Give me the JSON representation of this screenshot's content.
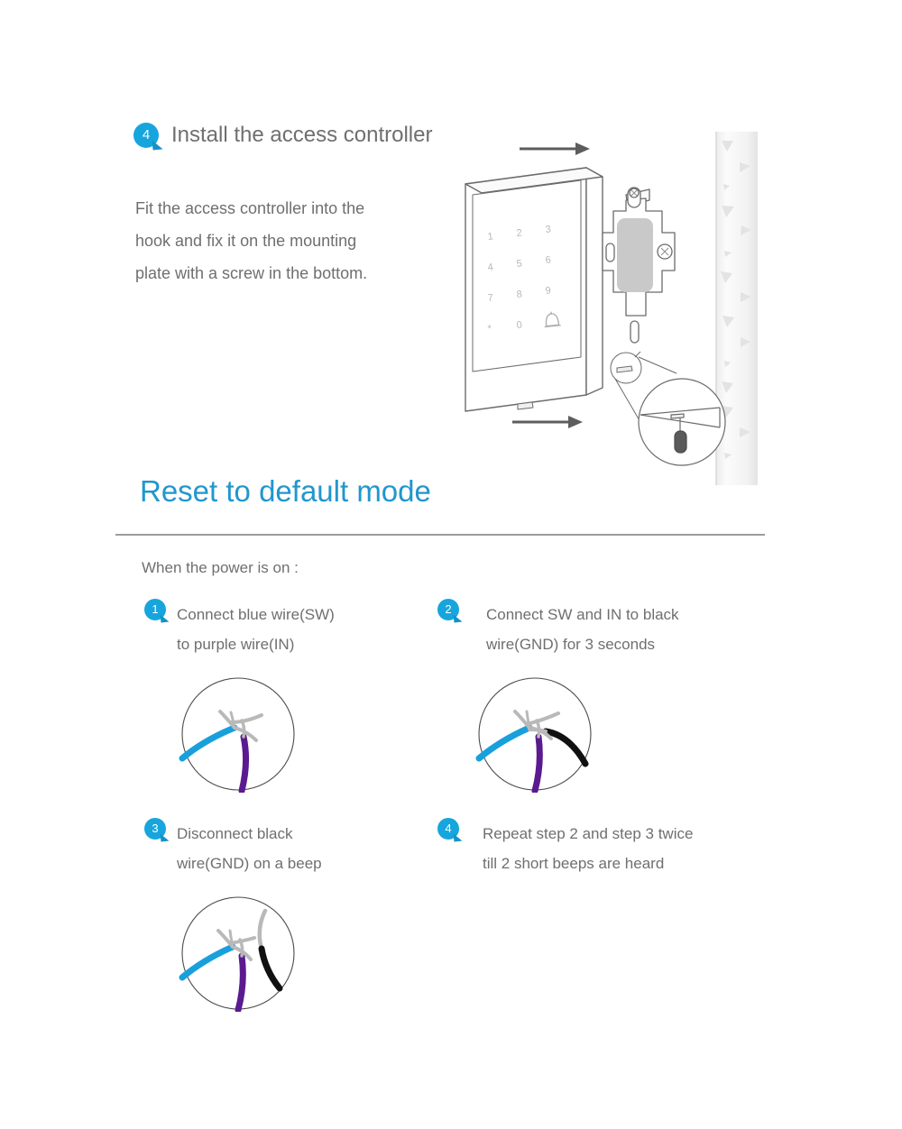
{
  "install_section": {
    "step_number": "4",
    "title": "Install the access controller",
    "body_line1": "Fit the access controller into the",
    "body_line2": "hook and fix it on the mounting",
    "body_line3": "plate with a screw in the bottom.",
    "illustration": {
      "name": "access-controller-mounting-illustration",
      "keypad_keys": [
        "1",
        "2",
        "3",
        "4",
        "5",
        "6",
        "7",
        "8",
        "9",
        "*",
        "0",
        "bell-icon"
      ],
      "arrow_top": "slide-direction-arrow",
      "arrow_bottom": "slide-direction-arrow",
      "callout": "screw-detail-magnifier"
    }
  },
  "reset_section": {
    "heading": "Reset to default mode",
    "intro": "When the power is on :",
    "steps": [
      {
        "number": "1",
        "line1": "Connect blue wire(SW)",
        "line2": "to purple wire(IN)",
        "figure": "wires-blue-purple-joined"
      },
      {
        "number": "2",
        "line1": "Connect SW and IN to black",
        "line2": "wire(GND) for 3 seconds",
        "figure": "wires-blue-purple-black-joined"
      },
      {
        "number": "3",
        "line1": "Disconnect black",
        "line2": "wire(GND) on a beep",
        "figure": "wires-black-disconnected"
      },
      {
        "number": "4",
        "line1": "Repeat step 2 and step 3 twice",
        "line2": "till 2 short beeps are heard",
        "figure": ""
      }
    ]
  },
  "colors": {
    "accent_blue": "#2196ce",
    "badge_blue": "#17a5dd",
    "body_text": "#6f6f6f",
    "divider": "#9c9c9c",
    "wire_blue": "#18a0dc",
    "wire_purple": "#5b1a8f",
    "wire_black": "#111111",
    "wire_copper": "#b9b9b9"
  }
}
